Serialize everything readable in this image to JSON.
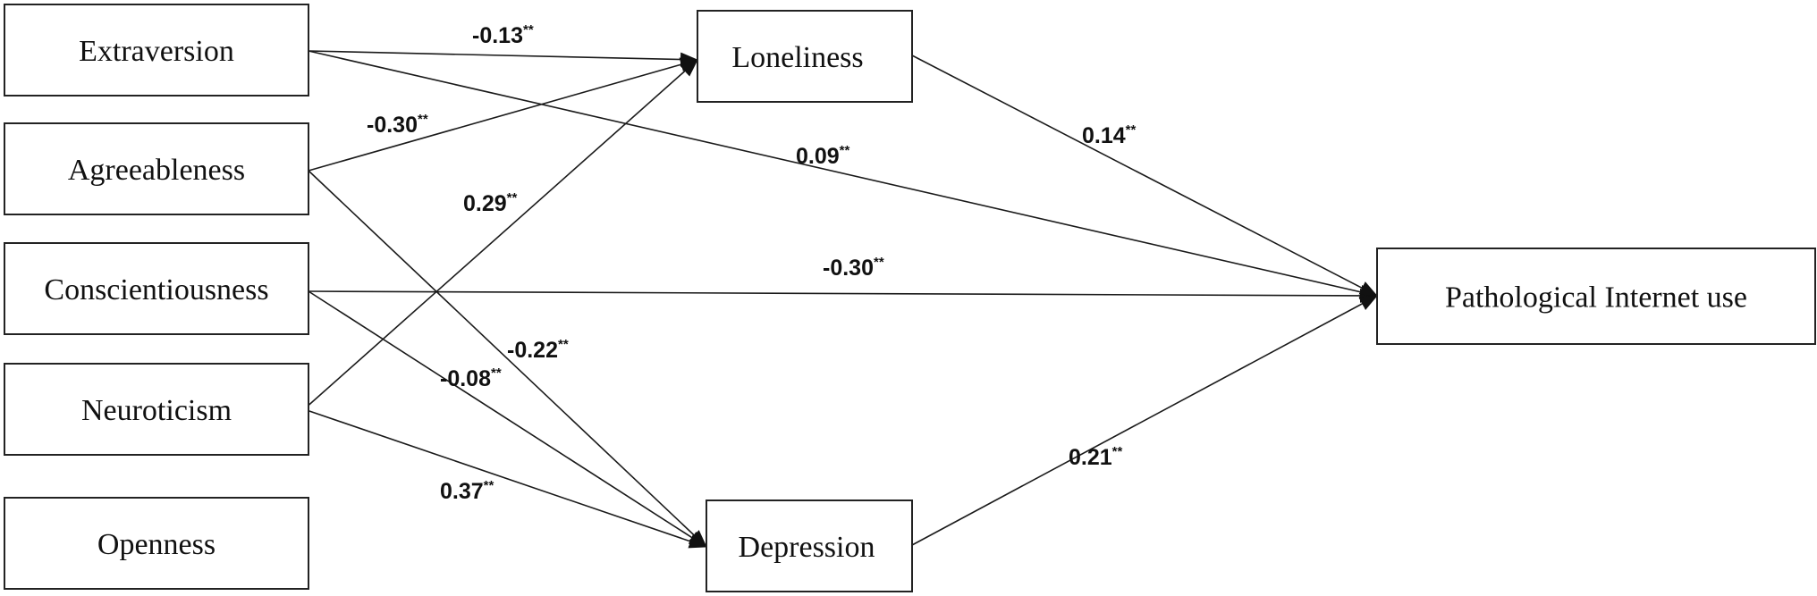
{
  "diagram": {
    "colors": {
      "stroke": "#222222",
      "text": "#111111",
      "background": "#ffffff"
    },
    "nodes": [
      {
        "id": "extraversion",
        "label": "Extraversion"
      },
      {
        "id": "agreeableness",
        "label": "Agreeableness"
      },
      {
        "id": "conscientiousness",
        "label": "Conscientiousness"
      },
      {
        "id": "neuroticism",
        "label": "Neuroticism"
      },
      {
        "id": "openness",
        "label": "Openness"
      },
      {
        "id": "loneliness",
        "label": "Loneliness"
      },
      {
        "id": "depression",
        "label": "Depression"
      },
      {
        "id": "piu",
        "label": "Pathological Internet use"
      }
    ],
    "paths": [
      {
        "from": "extraversion",
        "to": "loneliness",
        "value": "-0.13",
        "sig": "**"
      },
      {
        "from": "agreeableness",
        "to": "loneliness",
        "value": "-0.30",
        "sig": "**"
      },
      {
        "from": "neuroticism",
        "to": "loneliness",
        "value": "0.29",
        "sig": "**"
      },
      {
        "from": "extraversion",
        "to": "piu",
        "value": "0.09",
        "sig": "**"
      },
      {
        "from": "conscientiousness",
        "to": "piu",
        "value": "-0.30",
        "sig": "**"
      },
      {
        "from": "loneliness",
        "to": "piu",
        "value": "0.14",
        "sig": "**"
      },
      {
        "from": "depression",
        "to": "piu",
        "value": "0.21",
        "sig": "**"
      },
      {
        "from": "agreeableness",
        "to": "depression",
        "value": "-0.22",
        "sig": "**"
      },
      {
        "from": "conscientiousness",
        "to": "depression",
        "value": "-0.08",
        "sig": "**"
      },
      {
        "from": "neuroticism",
        "to": "depression",
        "value": "0.37",
        "sig": "**"
      }
    ]
  }
}
